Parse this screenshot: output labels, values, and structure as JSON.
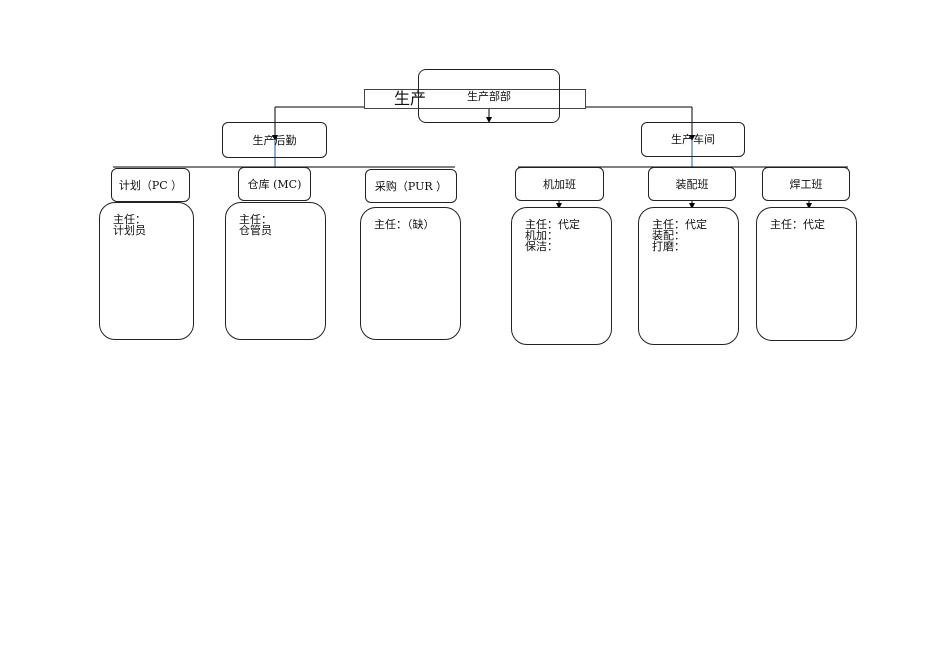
{
  "background_title": "生产",
  "root": {
    "label": "生产部部"
  },
  "branches": [
    {
      "label": "生产后勤",
      "departments": [
        {
          "label": "计划（PC ）",
          "lines": [
            "主任：",
            "计划员"
          ]
        },
        {
          "label": "仓库 (MC)",
          "lines": [
            "主任：",
            "仓管员"
          ]
        },
        {
          "label": "采购（PUR ）",
          "lines": [
            "主任：（缺）"
          ]
        }
      ]
    },
    {
      "label": "生产车间",
      "departments": [
        {
          "label": "机加班",
          "lines": [
            "主任：代定",
            "机加：",
            "保洁："
          ]
        },
        {
          "label": "装配班",
          "lines": [
            "主任：代定",
            "装配：",
            "打磨："
          ]
        },
        {
          "label": "焊工班",
          "lines": [
            "主任：代定"
          ]
        }
      ]
    }
  ]
}
